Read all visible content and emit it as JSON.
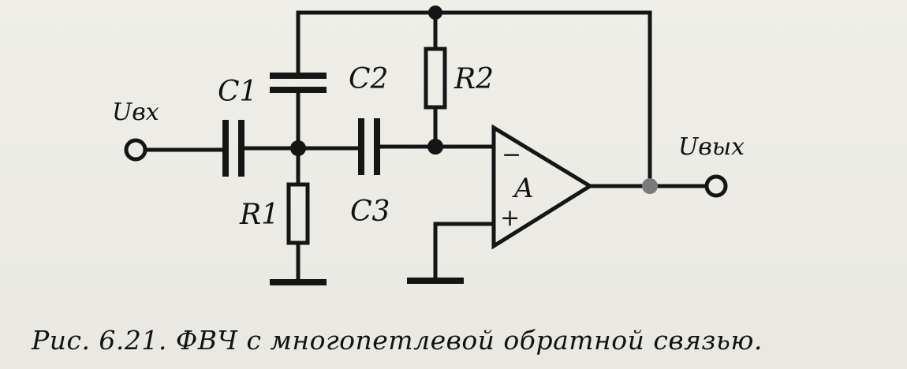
{
  "diagram": {
    "labels": {
      "input": "Uвх",
      "output": "Uвых",
      "c1": "C1",
      "c2": "C2",
      "c3": "C3",
      "r1": "R1",
      "r2": "R2",
      "opamp": "A",
      "minus": "−",
      "plus": "+"
    }
  },
  "caption": "Рис. 6.21. ФВЧ с многопетлевой обратной связью."
}
